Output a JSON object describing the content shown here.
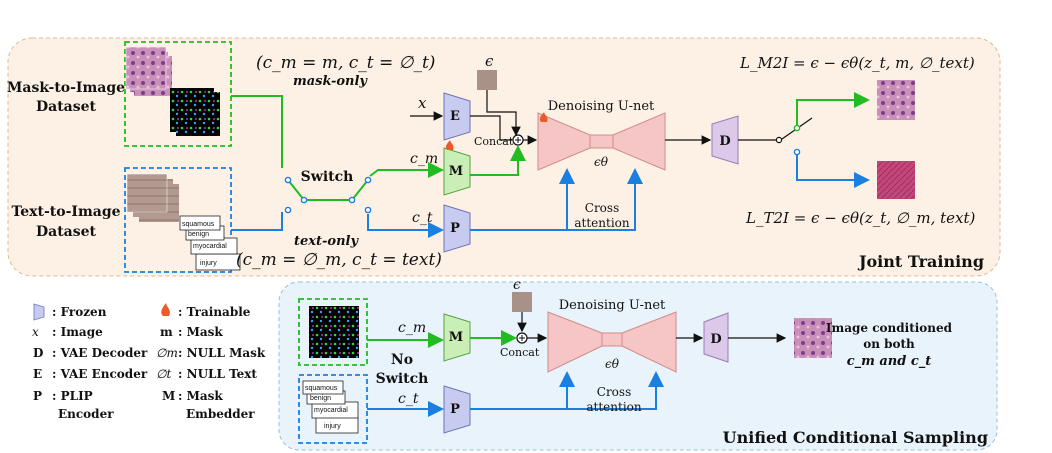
{
  "panels": {
    "joint_title": "Joint Training",
    "sampling_title": "Unified Conditional Sampling"
  },
  "datasets": {
    "mask_to_image": [
      "Mask-to-Image",
      "Dataset"
    ],
    "text_to_image": [
      "Text-to-Image",
      "Dataset"
    ]
  },
  "conditions": {
    "mask_only_formula": "(c_m = m, c_t = ∅_t)",
    "mask_only_label": "mask-only",
    "text_only_formula": "(c_m = ∅_m, c_t = text)",
    "text_only_label": "text-only"
  },
  "switch": {
    "label": "Switch",
    "no_switch": [
      "No",
      "Switch"
    ]
  },
  "blocks": {
    "encoder": "E",
    "mask_embedder": "M",
    "plip": "P",
    "decoder": "D",
    "unet_title": "Denoising U-net",
    "unet_symbol": "ϵθ",
    "concat": "Concat",
    "cross_attention": [
      "Cross",
      "attention"
    ],
    "noise": "ϵ",
    "x_input": "x",
    "c_m": "c_m",
    "c_t": "c_t"
  },
  "losses": {
    "m2i": "L_M2I = ϵ − ϵθ(z_t, m, ∅_text)",
    "t2i": "L_T2I = ϵ − ϵθ(z_t, ∅_m, text)"
  },
  "text_cards": [
    "squamous",
    "benign",
    "myocardial",
    "injury"
  ],
  "output_text": [
    "Image conditioned",
    "on both",
    "c_m and c_t"
  ],
  "legend": [
    {
      "symbol": "",
      "label": ": Frozen"
    },
    {
      "symbol": "x",
      "label": ": Image"
    },
    {
      "symbol": "D",
      "label": ": VAE Decoder"
    },
    {
      "symbol": "E",
      "label": ": VAE Encoder"
    },
    {
      "symbol": "P",
      "label": ": PLIP"
    },
    {
      "symbol": "",
      "label": "Encoder"
    },
    {
      "symbol": "",
      "label": ": Trainable"
    },
    {
      "symbol": "m",
      "label": ": Mask"
    },
    {
      "symbol": "∅m",
      "label": ": NULL Mask"
    },
    {
      "symbol": "∅t",
      "label": ": NULL Text"
    },
    {
      "symbol": "M",
      "label": ": Mask"
    },
    {
      "symbol": "",
      "label": "Embedder"
    }
  ],
  "colors": {
    "green": "#22bb22",
    "blue": "#1a7fe0",
    "red_label": "#e03a14",
    "unet_fill": "#f6c6c6",
    "enc_fill": "#c8cbf0",
    "mask_emb_fill": "#c9efb6",
    "dec_fill": "#dcc8e8",
    "joint_bg": "#fdf1e5",
    "sampling_bg": "#e9f3fb"
  }
}
